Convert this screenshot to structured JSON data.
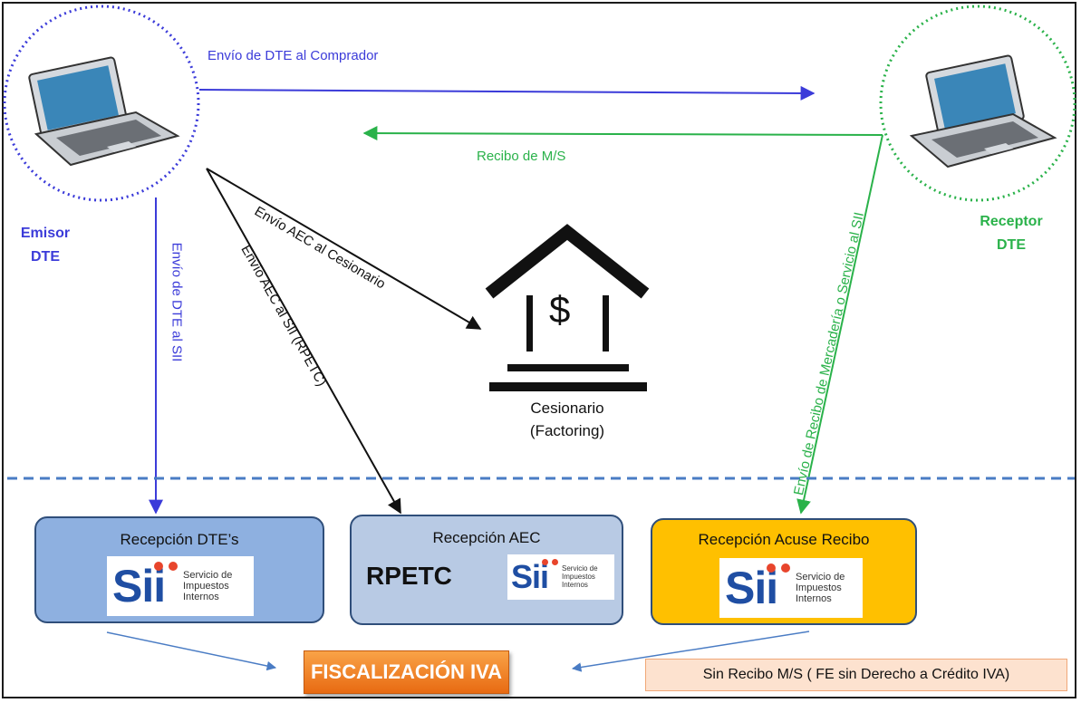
{
  "labels": {
    "envio_comprador": "Envío de DTE al Comprador",
    "recibo_ms": "Recibo de M/S",
    "emisor_line1": "Emisor",
    "emisor_line2": "DTE",
    "receptor_line1": "Receptor",
    "receptor_line2": "DTE",
    "envio_dte_sii": "Envío de DTE al SII",
    "envio_aec_cesionario": "Envío AEC al Cesionario",
    "envio_aec_sii": "Envío AEC al SII (RPETC)",
    "envio_recibo_sii": "Envío de Recibo de Mercadería o Servicio al SII",
    "cesionario_line1": "Cesionario",
    "cesionario_line2": "(Factoring)",
    "dollar": "$"
  },
  "boxes": {
    "recepcion_dte": "Recepción DTE’s",
    "recepcion_aec": "Recepción AEC",
    "rpetc": "RPETC",
    "recepcion_acuse": "Recepción Acuse Recibo"
  },
  "sii_logo": {
    "mark": "Sii",
    "line1": "Servicio de",
    "line2": "Impuestos",
    "line3": "Internos"
  },
  "bottom": {
    "fiscalizacion": "FISCALIZACIÓN IVA",
    "sin_recibo": "Sin Recibo M/S ( FE sin Derecho a Crédito IVA)"
  },
  "colors": {
    "blue_flow": "#3b3bd9",
    "green_flow": "#2ab24a",
    "dte_box": "#8eb0e0",
    "aec_box": "#b8cae4",
    "acuse_box": "#ffc000",
    "fiscalizacion": "#e86a12"
  }
}
